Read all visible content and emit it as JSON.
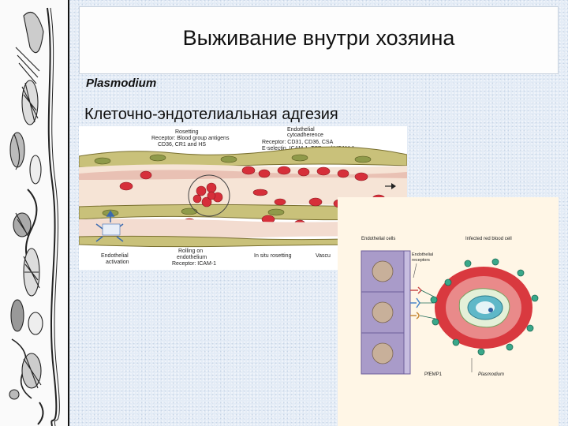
{
  "slide": {
    "title": "Выживание внутри хозяина",
    "subtitle": "Plasmodium",
    "heading": "Клеточно-эндотелиальная адгезия"
  },
  "vessel_figure": {
    "labels": {
      "rosetting": "Rosetting",
      "rosetting_receptor_1": "Receptor: Blood group antigens",
      "rosetting_receptor_2": "CD36, CR1 and HS",
      "cytoadherence_1": "Endothelial",
      "cytoadherence_2": "cytoadherence",
      "cytoadherence_receptor_1": "Receptor: CD31, CD36, CSA",
      "cytoadherence_receptor_2": "E-selectin, ICAM-1, TSP and VCAM-1",
      "endothelial_activation_1": "Endothelial",
      "endothelial_activation_2": "activation",
      "rolling_1": "Rolling on",
      "rolling_2": "endothelium",
      "rolling_receptor": "Receptor: ICAM-1",
      "in_situ": "In situ rosetting",
      "vascular": "Vascu"
    }
  },
  "cell_figure": {
    "labels": {
      "endothelial_cells": "Endothelial cells",
      "infected_rbc": "Infected red blood cell",
      "endothelial_receptors_1": "Endothelial",
      "endothelial_receptors_2": "receptors",
      "pfemp1": "PfEMP1",
      "plasmodium": "Plasmodium"
    }
  },
  "colors": {
    "background": "#e4ecf6",
    "vessel_wall": "#c9c17a",
    "red_cell": "#d62f3a",
    "endothelial_cell": "#a99bc9",
    "nucleus": "#c8b09a",
    "infected_cell": "#d9393f",
    "parasite": "#5fb8c8",
    "knob": "#3aa88a"
  }
}
